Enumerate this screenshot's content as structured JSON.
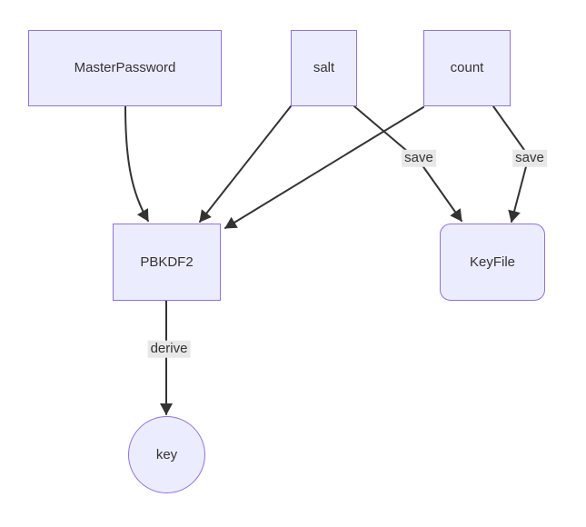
{
  "diagram": {
    "type": "flowchart",
    "direction": "top-down",
    "background": "#ffffff",
    "colors": {
      "node_fill": "#ECECFF",
      "node_border": "#9370DB",
      "edge_stroke": "#333333",
      "edge_label_background": "#e8e8e8",
      "text": "#333333"
    },
    "nodes": [
      {
        "id": "MasterPassword",
        "label": "MasterPassword",
        "shape": "rect"
      },
      {
        "id": "salt",
        "label": "salt",
        "shape": "rect"
      },
      {
        "id": "count",
        "label": "count",
        "shape": "rect"
      },
      {
        "id": "PBKDF2",
        "label": "PBKDF2",
        "shape": "rect"
      },
      {
        "id": "KeyFile",
        "label": "KeyFile",
        "shape": "rounded-rect"
      },
      {
        "id": "key",
        "label": "key",
        "shape": "circle"
      }
    ],
    "edges": [
      {
        "from": "MasterPassword",
        "to": "PBKDF2",
        "label": ""
      },
      {
        "from": "salt",
        "to": "PBKDF2",
        "label": ""
      },
      {
        "from": "count",
        "to": "PBKDF2",
        "label": ""
      },
      {
        "from": "salt",
        "to": "KeyFile",
        "label": "save"
      },
      {
        "from": "count",
        "to": "KeyFile",
        "label": "save"
      },
      {
        "from": "PBKDF2",
        "to": "key",
        "label": "derive"
      }
    ]
  }
}
